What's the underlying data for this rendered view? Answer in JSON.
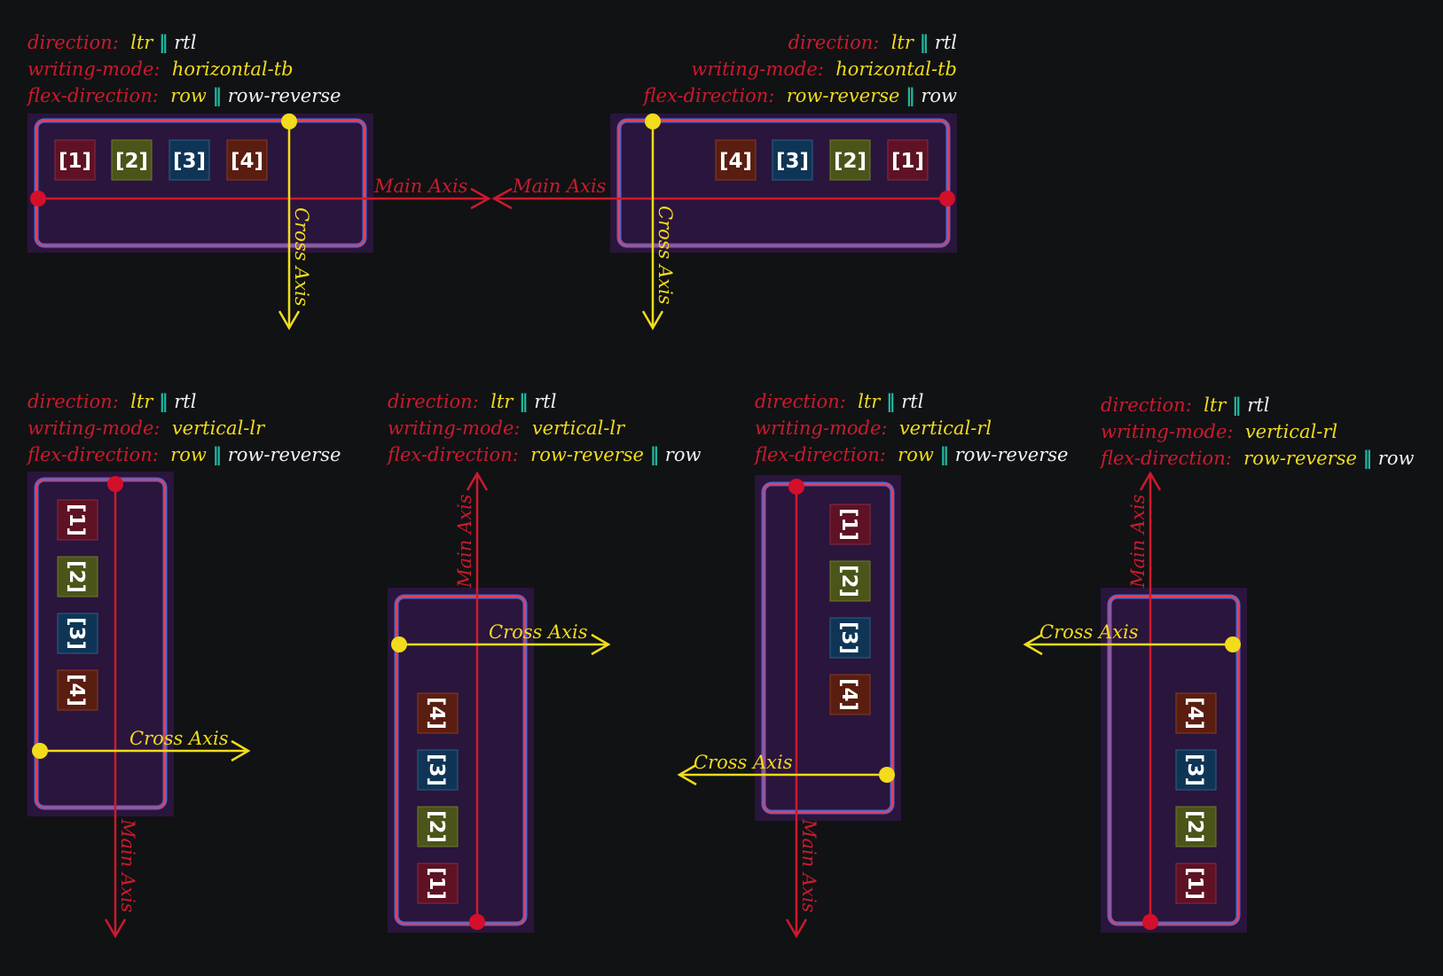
{
  "colors": {
    "background": "#111214",
    "label": "#cc1a2e",
    "active_value": "#f2dc1b",
    "inactive_value": "#f3f3f3",
    "separator": "#1fb8a0",
    "main_axis": "#cc1a2e",
    "cross_axis": "#f2dc1b",
    "container": "#2a153c",
    "item_1": "#5e1224",
    "item_2": "#4b5419",
    "item_3": "#0f3556",
    "item_4": "#5a1e10"
  },
  "separator": "‖",
  "diagrams": [
    {
      "direction_label": "direction:",
      "direction_values": [
        "ltr",
        "rtl"
      ],
      "writing_mode_label": "writing-mode:",
      "writing_mode_value": "horizontal-tb",
      "flex_direction_label": "flex-direction:",
      "flex_direction_values": [
        "row",
        "row-reverse"
      ],
      "items": [
        "[1]",
        "[2]",
        "[3]",
        "[4]"
      ],
      "main_axis_label": "Main Axis",
      "cross_axis_label": "Cross Axis"
    },
    {
      "direction_label": "direction:",
      "direction_values": [
        "ltr",
        "rtl"
      ],
      "writing_mode_label": "writing-mode:",
      "writing_mode_value": "horizontal-tb",
      "flex_direction_label": "flex-direction:",
      "flex_direction_values": [
        "row-reverse",
        "row"
      ],
      "items": [
        "[4]",
        "[3]",
        "[2]",
        "[1]"
      ],
      "main_axis_label": "Main Axis",
      "cross_axis_label": "Cross Axis"
    },
    {
      "direction_label": "direction:",
      "direction_values": [
        "ltr",
        "rtl"
      ],
      "writing_mode_label": "writing-mode:",
      "writing_mode_value": "vertical-lr",
      "flex_direction_label": "flex-direction:",
      "flex_direction_values": [
        "row",
        "row-reverse"
      ],
      "items": [
        "[1]",
        "[2]",
        "[3]",
        "[4]"
      ],
      "main_axis_label": "Main Axis",
      "cross_axis_label": "Cross Axis"
    },
    {
      "direction_label": "direction:",
      "direction_values": [
        "ltr",
        "rtl"
      ],
      "writing_mode_label": "writing-mode:",
      "writing_mode_value": "vertical-lr",
      "flex_direction_label": "flex-direction:",
      "flex_direction_values": [
        "row-reverse",
        "row"
      ],
      "items": [
        "[4]",
        "[3]",
        "[2]",
        "[1]"
      ],
      "main_axis_label": "Main Axis",
      "cross_axis_label": "Cross Axis"
    },
    {
      "direction_label": "direction:",
      "direction_values": [
        "ltr",
        "rtl"
      ],
      "writing_mode_label": "writing-mode:",
      "writing_mode_value": "vertical-rl",
      "flex_direction_label": "flex-direction:",
      "flex_direction_values": [
        "row",
        "row-reverse"
      ],
      "items": [
        "[1]",
        "[2]",
        "[3]",
        "[4]"
      ],
      "main_axis_label": "Main Axis",
      "cross_axis_label": "Cross Axis"
    },
    {
      "direction_label": "direction:",
      "direction_values": [
        "ltr",
        "rtl"
      ],
      "writing_mode_label": "writing-mode:",
      "writing_mode_value": "vertical-rl",
      "flex_direction_label": "flex-direction:",
      "flex_direction_values": [
        "row-reverse",
        "row"
      ],
      "items": [
        "[4]",
        "[3]",
        "[2]",
        "[1]"
      ],
      "main_axis_label": "Main Axis",
      "cross_axis_label": "Cross Axis"
    }
  ]
}
